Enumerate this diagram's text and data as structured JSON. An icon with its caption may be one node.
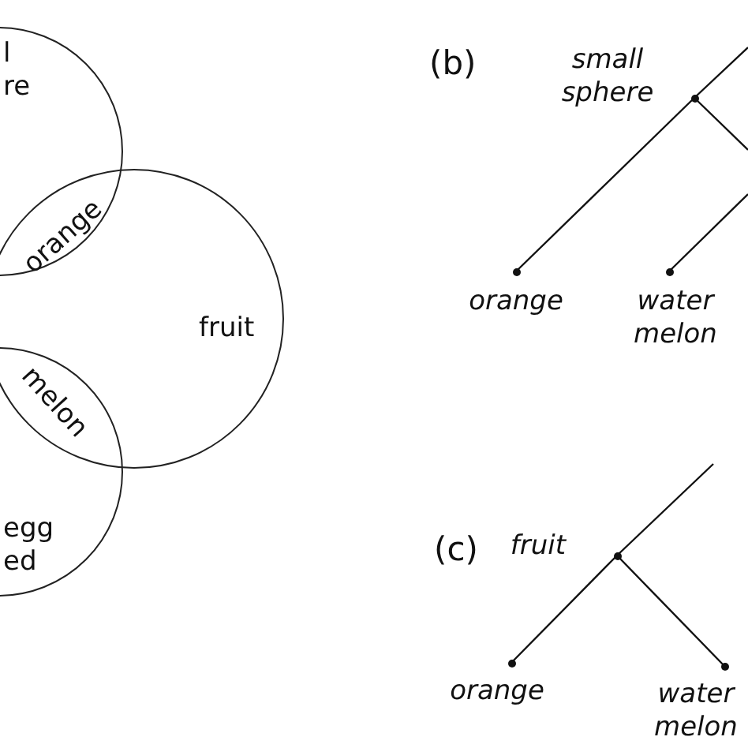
{
  "diagram": {
    "nodes": [
      {
        "text": [
          "l re"
        ]
      },
      {
        "text": [
          "fruit"
        ]
      },
      {
        "text": [
          "egg ed"
        ]
      },
      {
        "text": [
          "small sphere"
        ]
      },
      {
        "text": [
          "orange"
        ]
      },
      {
        "text": [
          "water melon"
        ]
      },
      {
        "text": [
          "fruit"
        ]
      },
      {
        "text": [
          "orange"
        ]
      },
      {
        "text": [
          "water melon"
        ]
      }
    ],
    "edges": [
      {
        "from": null,
        "to": 3,
        "arrow": "none"
      },
      {
        "from": 3,
        "to": 4,
        "arrow": "none"
      },
      {
        "from": 3,
        "to": null,
        "arrow": "none"
      },
      {
        "from": null,
        "to": 5,
        "arrow": "none"
      },
      {
        "from": null,
        "to": 6,
        "arrow": "none"
      },
      {
        "from": 6,
        "to": 7,
        "arrow": "none"
      },
      {
        "from": 6,
        "to": 8,
        "arrow": "none"
      }
    ],
    "labels": [
      "orange",
      "melon",
      "(b)",
      "(c)"
    ]
  }
}
